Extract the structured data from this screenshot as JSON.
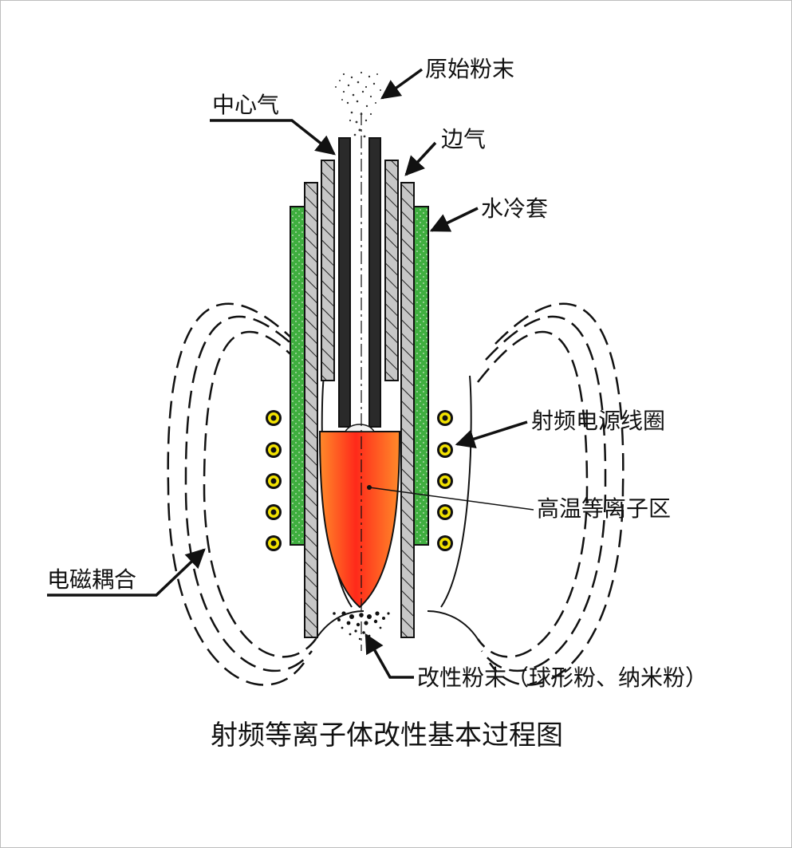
{
  "diagram": {
    "labels": {
      "raw_powder": "原始粉末",
      "center_gas": "中心气",
      "side_gas": "边气",
      "water_jacket": "水冷套",
      "rf_coil": "射频电源线圈",
      "plasma_zone": "高温等离子区",
      "em_coupling": "电磁耦合",
      "modified_powder": "改性粉末（球形粉、纳米粉）"
    },
    "caption": "射频等离子体改性基本过程图"
  },
  "colors": {
    "water_jacket": "#3fae3f",
    "tube_gray": "#b5b5b5",
    "tube_dark": "#2a2a2a",
    "plasma": "#ff4a2a",
    "coil_ring": "#f2e200"
  }
}
